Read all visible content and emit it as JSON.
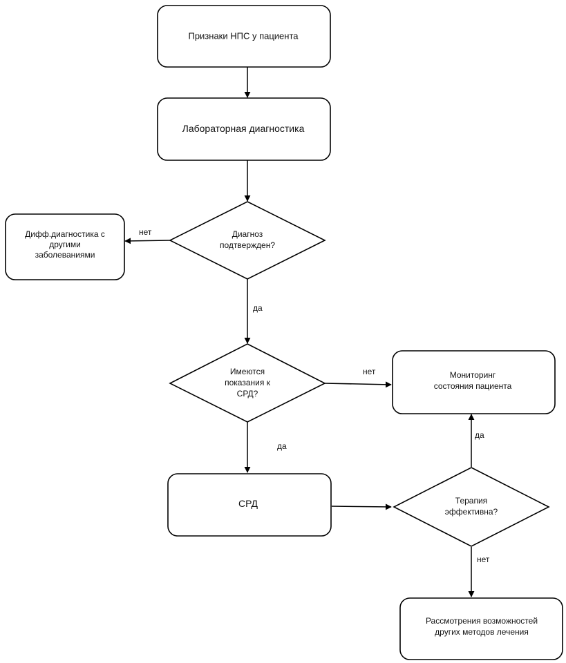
{
  "nodes": {
    "signs": {
      "lines": [
        "Признаки НПС у пациента"
      ]
    },
    "lab": {
      "lines": [
        "Лабораторная диагностика"
      ]
    },
    "diag_confirmed": {
      "lines": [
        "Диагноз",
        "подтвержден?"
      ]
    },
    "diff": {
      "lines": [
        "Дифф.диагностика с",
        "другими",
        "заболеваниями"
      ]
    },
    "indications": {
      "lines": [
        "Имеются",
        "показания к",
        "СРД?"
      ]
    },
    "monitoring": {
      "lines": [
        "Мониторинг",
        "состояния пациента"
      ]
    },
    "srd": {
      "lines": [
        "СРД"
      ]
    },
    "therapy": {
      "lines": [
        "Терапия",
        "эффективна?"
      ]
    },
    "other_methods": {
      "lines": [
        "Рассмотрения возможностей",
        "других методов лечения"
      ]
    }
  },
  "edges": {
    "diag_no": "нет",
    "diag_yes": "да",
    "ind_no": "нет",
    "ind_yes": "да",
    "ther_yes": "да",
    "ther_no": "нет"
  }
}
